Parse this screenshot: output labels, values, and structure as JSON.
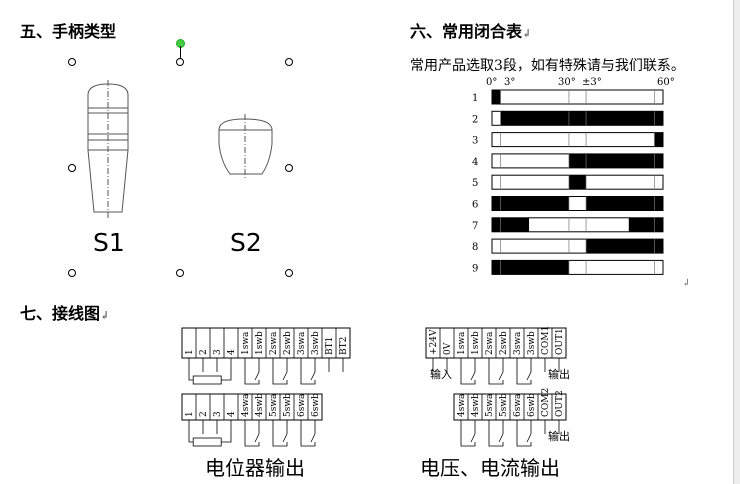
{
  "section5": {
    "title": "五、手柄类型",
    "handles": [
      {
        "label": "S1"
      },
      {
        "label": "S2"
      }
    ]
  },
  "section6": {
    "title": "六、常用闭合表",
    "para_mark": "↲",
    "note": "常用产品选取3段，如有特殊请与我们联系。",
    "angle_labels": [
      "0°",
      "3°",
      "30°",
      "±3°",
      "60°"
    ],
    "rows": [
      {
        "label": "1",
        "segments": [
          {
            "from": 0,
            "to": 3
          }
        ]
      },
      {
        "label": "2",
        "segments": [
          {
            "from": 3,
            "to": 60
          }
        ]
      },
      {
        "label": "3",
        "segments": [
          {
            "from": 57,
            "to": 60
          }
        ]
      },
      {
        "label": "4",
        "segments": [
          {
            "from": 27,
            "to": 60
          }
        ]
      },
      {
        "label": "5",
        "segments": [
          {
            "from": 27,
            "to": 33
          }
        ]
      },
      {
        "label": "6",
        "segments": [
          {
            "from": 0,
            "to": 27
          },
          {
            "from": 33,
            "to": 60
          }
        ]
      },
      {
        "label": "7",
        "segments": [
          {
            "from": 0,
            "to": 13
          },
          {
            "from": 48,
            "to": 60
          }
        ]
      },
      {
        "label": "8",
        "segments": [
          {
            "from": 33,
            "to": 60
          }
        ]
      },
      {
        "label": "9",
        "segments": [
          {
            "from": 0,
            "to": 27
          }
        ]
      }
    ],
    "end_mark": "↲"
  },
  "section7": {
    "title": "七、接线图",
    "para_mark": "↲",
    "pot_top_terms": [
      "1",
      "2",
      "3",
      "4",
      "1swa",
      "1swb",
      "2swa",
      "2swb",
      "3swa",
      "3swb",
      "BT1",
      "BT2"
    ],
    "pot_bottom_terms": [
      "1",
      "2",
      "3",
      "4",
      "4swa",
      "4swb",
      "5swa",
      "5swb",
      "6swa",
      "6swb"
    ],
    "vc_top_terms": [
      "+24V",
      "0V",
      "1swa",
      "1swb",
      "2swa",
      "2swb",
      "3swa",
      "3swb",
      "COM1",
      "OUT1"
    ],
    "vc_bottom_terms": [
      "4swa",
      "4swb",
      "5swa",
      "5swb",
      "6swa",
      "6swb",
      "COM2",
      "OUT2"
    ],
    "label_input": "输入",
    "label_output": "输出",
    "caption_pot": "电位器输出",
    "caption_vc": "电压、电流输出"
  }
}
